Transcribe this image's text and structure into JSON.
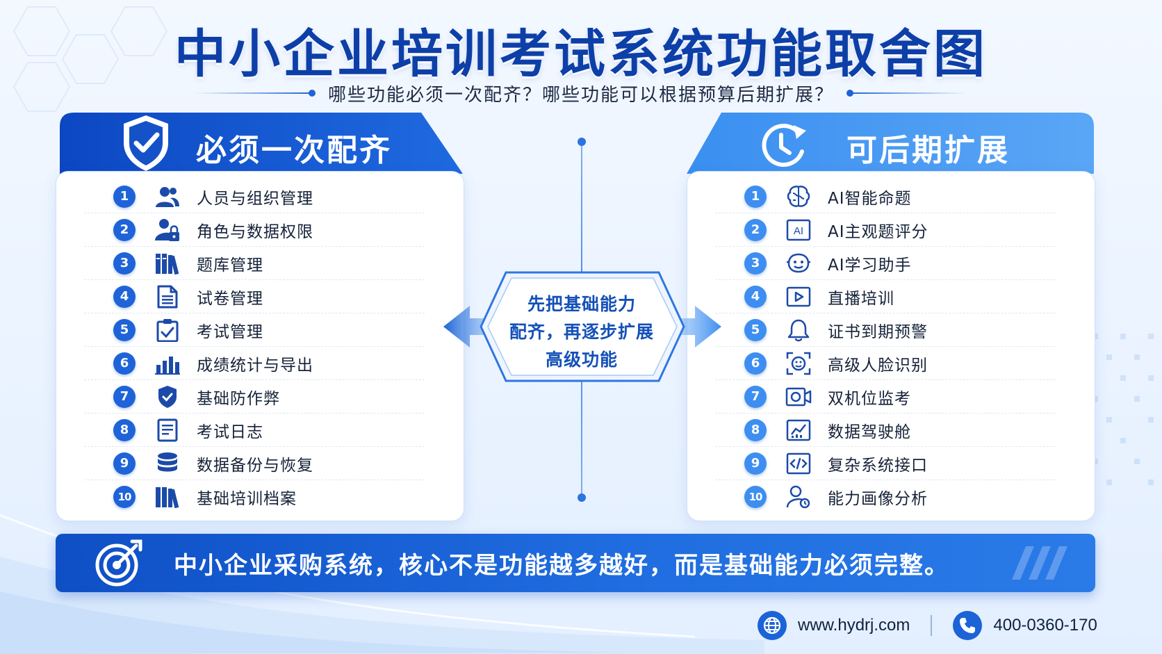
{
  "title": "中小企业培训考试系统功能取舍图",
  "subtitle": "哪些功能必须一次配齐？哪些功能可以根据预算后期扩展？",
  "left_panel": {
    "title": "必须一次配齐",
    "icon": "shield-check-icon",
    "items": [
      {
        "num": "1",
        "label": "人员与组织管理",
        "icon": "users-icon"
      },
      {
        "num": "2",
        "label": "角色与数据权限",
        "icon": "user-lock-icon"
      },
      {
        "num": "3",
        "label": "题库管理",
        "icon": "books-icon"
      },
      {
        "num": "4",
        "label": "试卷管理",
        "icon": "document-icon"
      },
      {
        "num": "5",
        "label": "考试管理",
        "icon": "clipboard-check-icon"
      },
      {
        "num": "6",
        "label": "成绩统计与导出",
        "icon": "bar-chart-icon"
      },
      {
        "num": "7",
        "label": "基础防作弊",
        "icon": "shield-icon"
      },
      {
        "num": "8",
        "label": "考试日志",
        "icon": "log-icon"
      },
      {
        "num": "9",
        "label": "数据备份与恢复",
        "icon": "database-icon"
      },
      {
        "num": "10",
        "label": "基础培训档案",
        "icon": "archive-icon"
      }
    ]
  },
  "right_panel": {
    "title": "可后期扩展",
    "icon": "clock-refresh-icon",
    "items": [
      {
        "num": "1",
        "label": "AI智能命题",
        "icon": "brain-icon"
      },
      {
        "num": "2",
        "label": "AI主观题评分",
        "icon": "ai-box-icon"
      },
      {
        "num": "3",
        "label": "AI学习助手",
        "icon": "bot-icon"
      },
      {
        "num": "4",
        "label": "直播培训",
        "icon": "video-icon"
      },
      {
        "num": "5",
        "label": "证书到期预警",
        "icon": "bell-icon"
      },
      {
        "num": "6",
        "label": "高级人脸识别",
        "icon": "face-scan-icon"
      },
      {
        "num": "7",
        "label": "双机位监考",
        "icon": "camera-icon"
      },
      {
        "num": "8",
        "label": "数据驾驶舱",
        "icon": "dashboard-icon"
      },
      {
        "num": "9",
        "label": "复杂系统接口",
        "icon": "code-icon"
      },
      {
        "num": "10",
        "label": "能力画像分析",
        "icon": "user-analysis-icon"
      }
    ]
  },
  "center": {
    "line1": "先把基础能力",
    "line2": "配齐，再逐步扩展",
    "line3": "高级功能"
  },
  "banner": {
    "text": "中小企业采购系统，核心不是功能越多越好，而是基础能力必须完整。",
    "icon": "target-icon"
  },
  "footer": {
    "website": "www.hydrj.com",
    "phone": "400-0360-170",
    "web_icon": "globe-icon",
    "phone_icon": "phone-icon"
  },
  "colors": {
    "primary": "#0d3fa8",
    "accent": "#1f63d8",
    "light_accent": "#3d8ef0"
  }
}
